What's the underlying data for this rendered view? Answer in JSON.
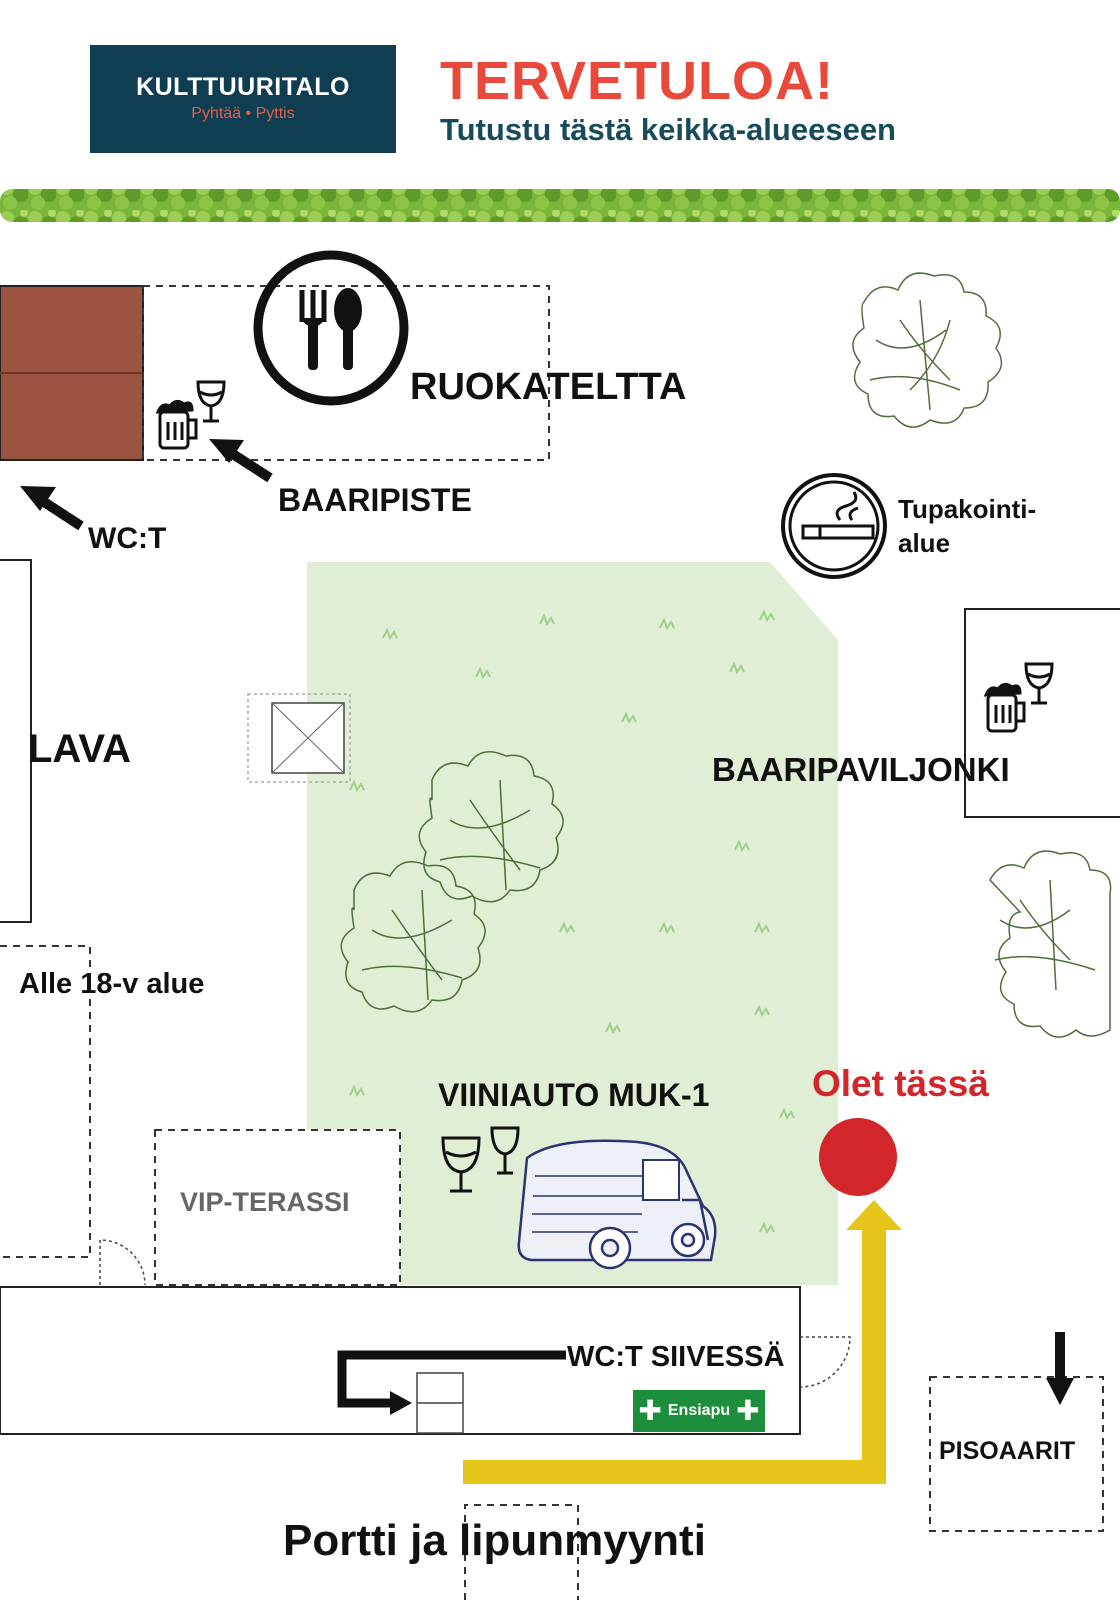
{
  "logo": {
    "name": "KULTTUURITALO",
    "sub": "Pyhtää • Pyttis"
  },
  "header": {
    "title": "TERVETULOA!",
    "subtitle": "Tutustu tästä keikka-alueeseen"
  },
  "areas": {
    "ruokateltta": "RUOKATELTTA",
    "baaripiste": "BAARIPISTE",
    "wct": "WC:T",
    "tupakointi_line1": "Tupakointi-",
    "tupakointi_line2": "alue",
    "lava": "LAVA",
    "baaripaviljonki": "BAARIPAVILJONKI",
    "alle18": "Alle 18-v alue",
    "viiniauto": "VIINIAUTO MUK-1",
    "vip": "VIP-TERASSI",
    "wct_siivessa": "WC:T SIIVESSÄ",
    "ensiapu": "Ensiapu",
    "pisoaarit": "PISOAARIT",
    "portti": "Portti ja lipunmyynti"
  },
  "you_are_here": "Olet tässä",
  "colors": {
    "logo_bg": "#0f3e52",
    "title": "#e8493b",
    "subtitle": "#174b5c",
    "grass": "#dfeed5",
    "hedge": "#6ba52e",
    "building": "#9b5442",
    "marker": "#d3262a",
    "path": "#e6c51a",
    "ensiapu": "#1d8f3c"
  },
  "icons": [
    "cutlery-icon",
    "beer-mug-icon",
    "wine-glass-icon",
    "no-smoking-icon",
    "arrow-icon",
    "tree-icon",
    "wine-van-icon",
    "first-aid-icon",
    "you-are-here-marker",
    "walking-path-arrow"
  ]
}
